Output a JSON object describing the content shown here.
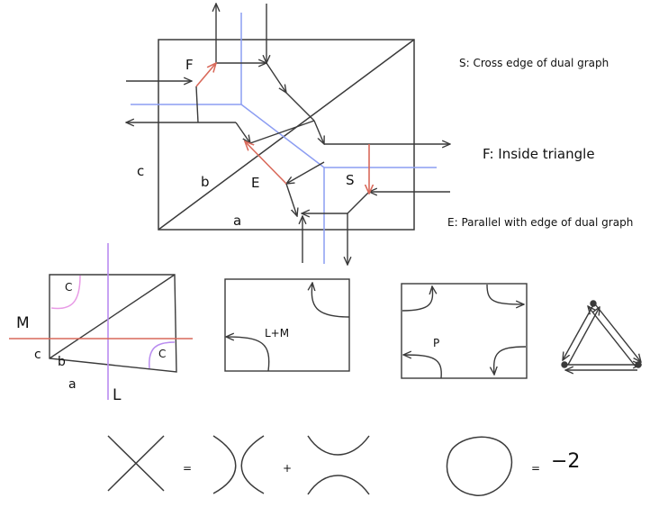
{
  "colors": {
    "stroke": "#3a3a3a",
    "blue": "#8c9df2",
    "red": "#d9695a",
    "purple": "#b98cf0",
    "pink": "#e89be6"
  },
  "main_figure": {
    "labels": {
      "F": "F",
      "E": "E",
      "S": "S",
      "a": "a",
      "b": "b",
      "c": "c"
    }
  },
  "legend": {
    "S_note": "S: Cross edge of dual graph",
    "F_note": "F: Inside triangle",
    "E_note": "E: Parallel with edge of dual graph"
  },
  "panel1": {
    "labels": {
      "M": "M",
      "L": "L",
      "a": "a",
      "b": "b",
      "c": "c",
      "C_top": "C",
      "C_bottom": "C"
    }
  },
  "panel2": {
    "label": "L+M"
  },
  "panel3": {
    "label": "P"
  },
  "relations": {
    "equals1": "=",
    "plus": "+",
    "equals2": "=",
    "value": "−2"
  }
}
